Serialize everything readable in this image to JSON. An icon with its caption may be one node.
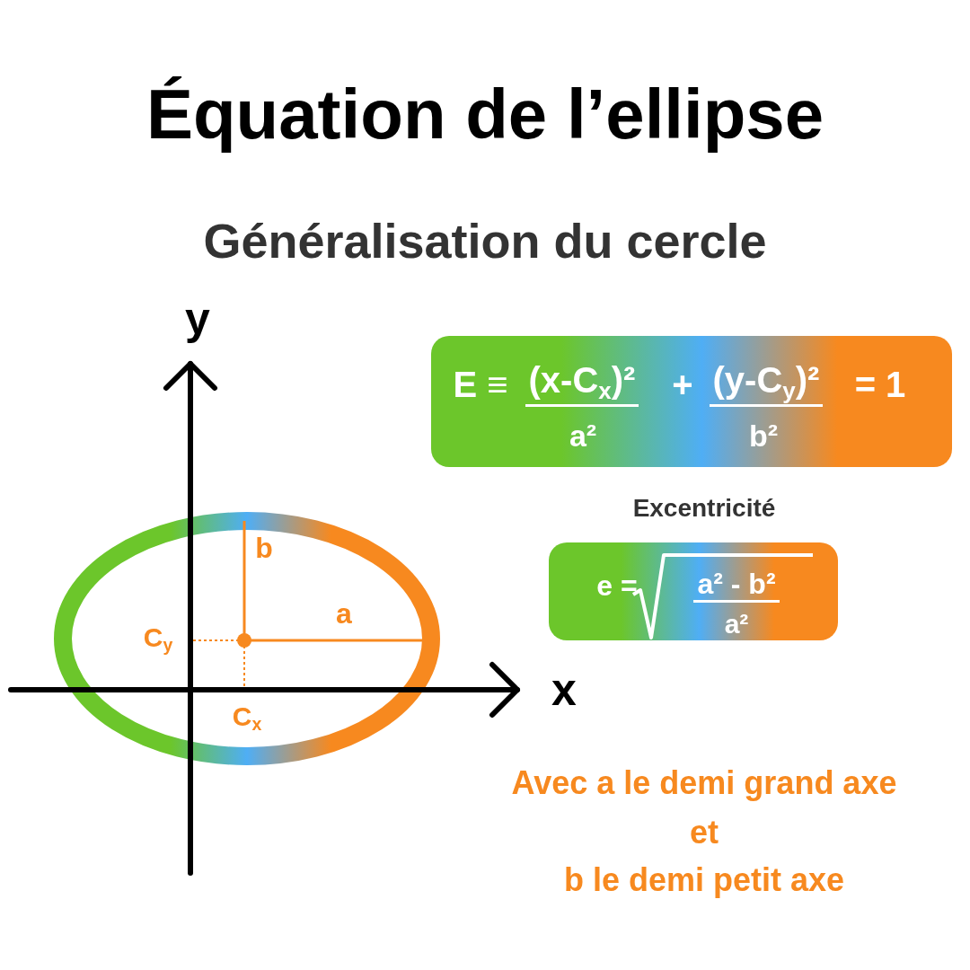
{
  "diagram": {
    "title": "Équation de l’ellipse",
    "nodes": [
      {
        "text": [
          "E ≡",
          "(x-C$_{x}$)²",
          "a²",
          "+",
          "(y-C$_{y}$)²",
          "b²",
          "= 1"
        ]
      },
      {
        "text": [
          "Excentricité",
          "e =",
          "a² - b²",
          "a²"
        ]
      }
    ],
    "edges": [],
    "labels": [
      "Généralisation du cercle",
      "y",
      "x",
      "b",
      "a",
      "C$_{y}$",
      "C$_{x}$",
      "Avec a le demi grand axe",
      "et",
      "b le demi petit axe"
    ]
  }
}
